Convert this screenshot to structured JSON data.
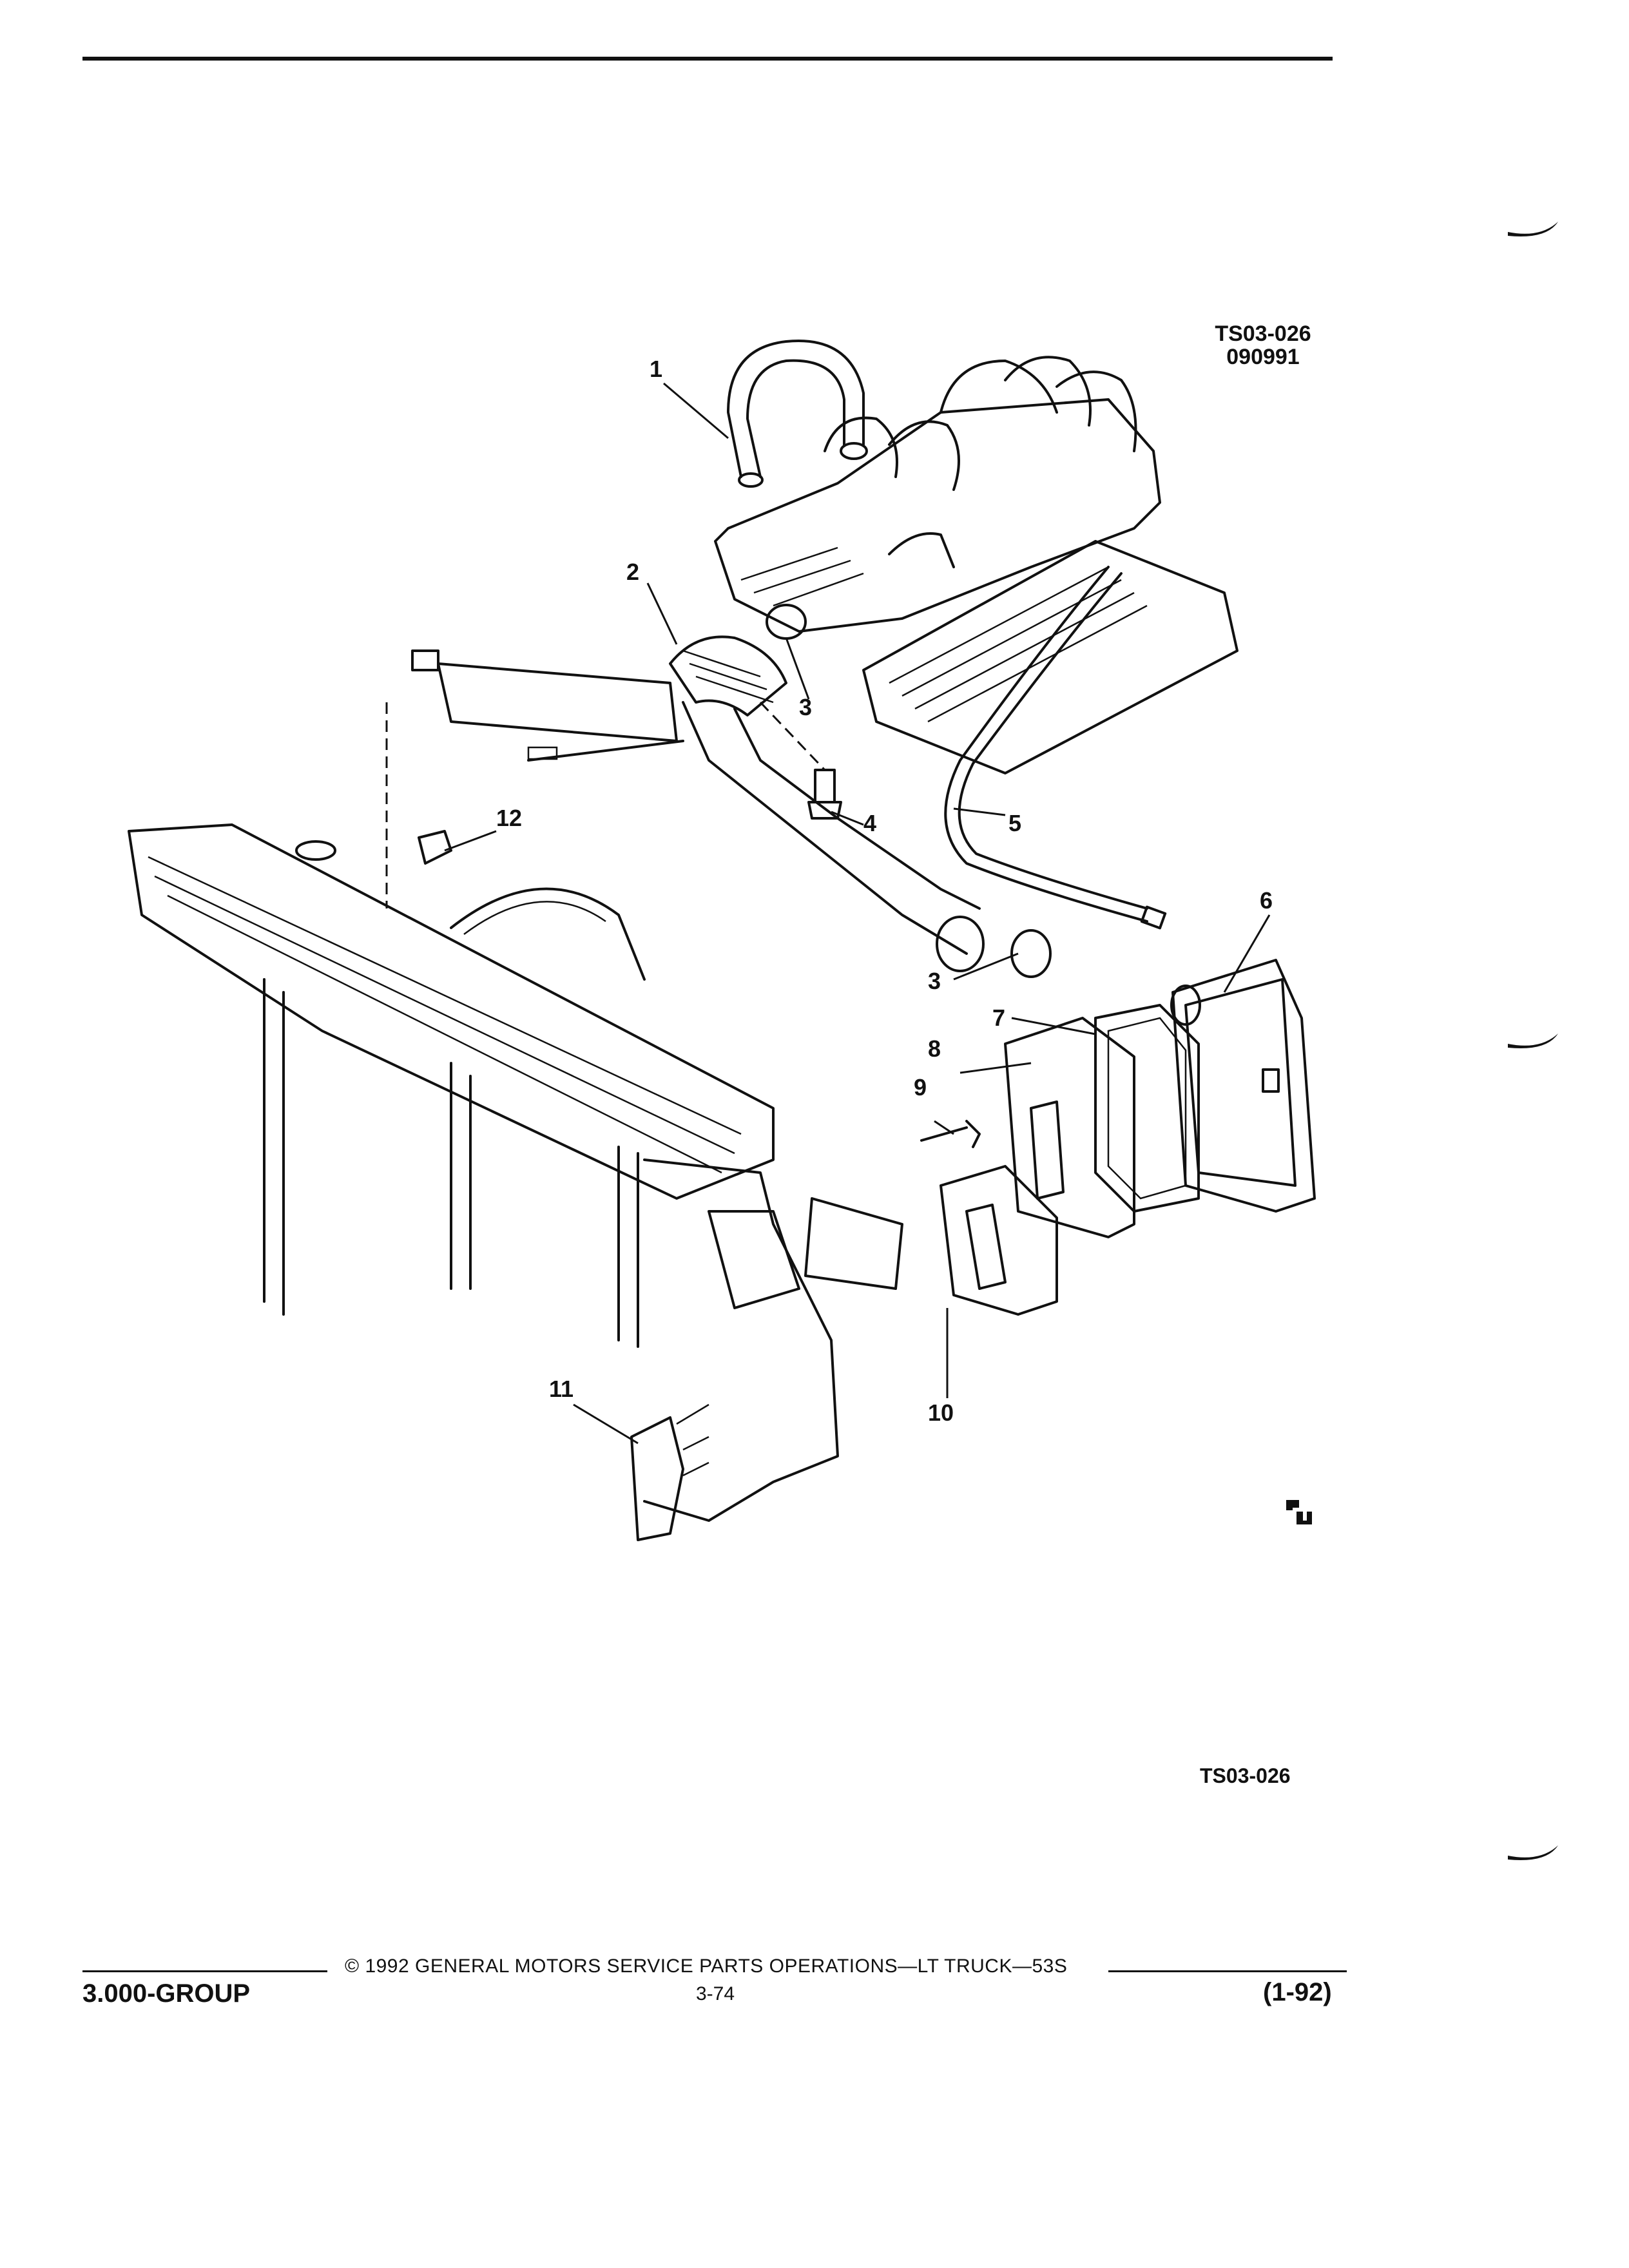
{
  "figure": {
    "code": "TS03-026",
    "date": "090991",
    "caption_code": "TS03-026"
  },
  "callouts": [
    "1",
    "2",
    "3",
    "3",
    "4",
    "5",
    "6",
    "7",
    "8",
    "9",
    "10",
    "11",
    "12"
  ],
  "footer": {
    "copyright": "© 1992 GENERAL MOTORS SERVICE PARTS OPERATIONS—LT TRUCK—53S",
    "group": "3.000-GROUP",
    "page": "3-74",
    "revision": "(1-92)"
  }
}
